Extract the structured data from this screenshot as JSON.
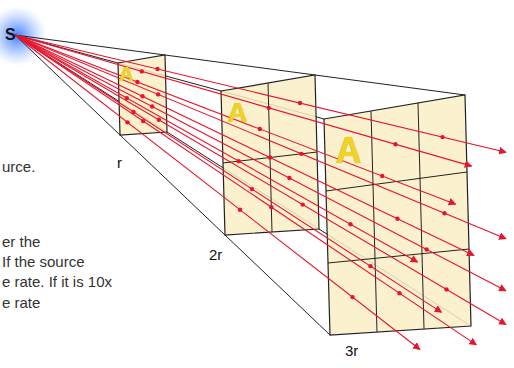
{
  "diagram": {
    "nodes": [
      {
        "text": [
          "A"
        ]
      },
      {
        "text": [
          "A"
        ]
      },
      {
        "text": [
          "A"
        ]
      }
    ],
    "labels": [
      "S",
      "r",
      "2r",
      "3r",
      "urce.",
      "er the",
      "If the source",
      "e rate. If it is 10x",
      "e rate"
    ]
  }
}
